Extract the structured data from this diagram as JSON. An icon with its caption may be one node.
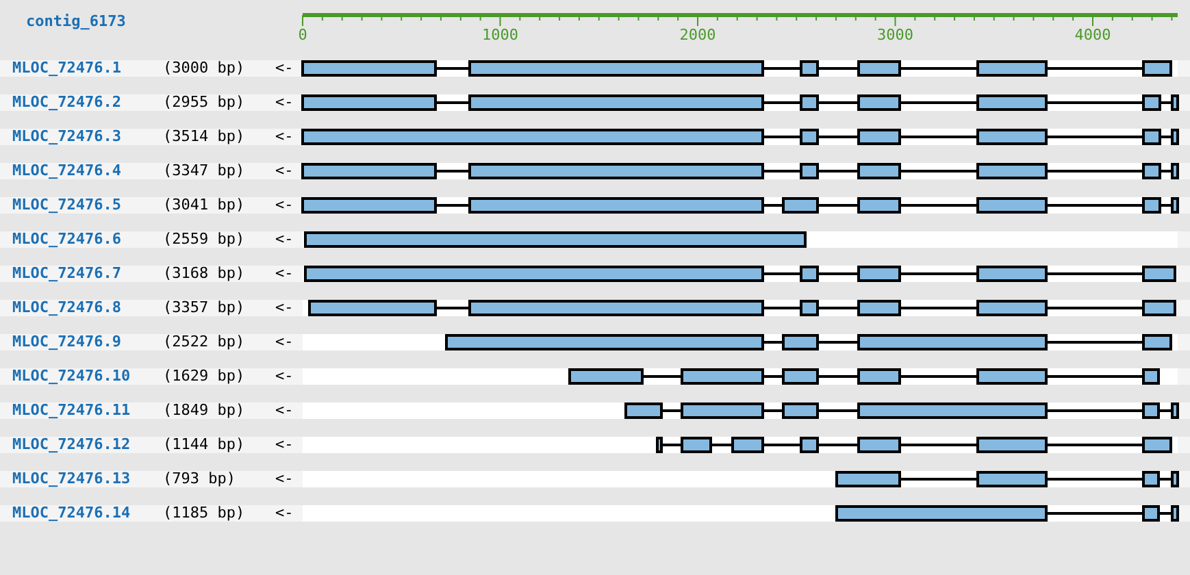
{
  "diagram": {
    "labels": [
      "contig_6173",
      "0",
      "1000",
      "2000",
      "3000",
      "4000",
      "MLOC_72476.1",
      "(3000 bp)",
      "<-",
      "MLOC_72476.2",
      "(2955 bp)",
      "<-",
      "MLOC_72476.3",
      "(3514 bp)",
      "<-",
      "MLOC_72476.4",
      "(3347 bp)",
      "<-",
      "MLOC_72476.5",
      "(3041 bp)",
      "<-",
      "MLOC_72476.6",
      "(2559 bp)",
      "<-",
      "MLOC_72476.7",
      "(3168 bp)",
      "<-",
      "MLOC_72476.8",
      "(3357 bp)",
      "<-",
      "MLOC_72476.9",
      "(2522 bp)",
      "<-",
      "MLOC_72476.10",
      "(1629 bp)",
      "<-",
      "MLOC_72476.11",
      "(1849 bp)",
      "<-",
      "MLOC_72476.12",
      "(1144 bp)",
      "<-",
      "MLOC_72476.13",
      "(793 bp)",
      "<-",
      "MLOC_72476.14",
      "(1185 bp)",
      "<-"
    ]
  }
}
